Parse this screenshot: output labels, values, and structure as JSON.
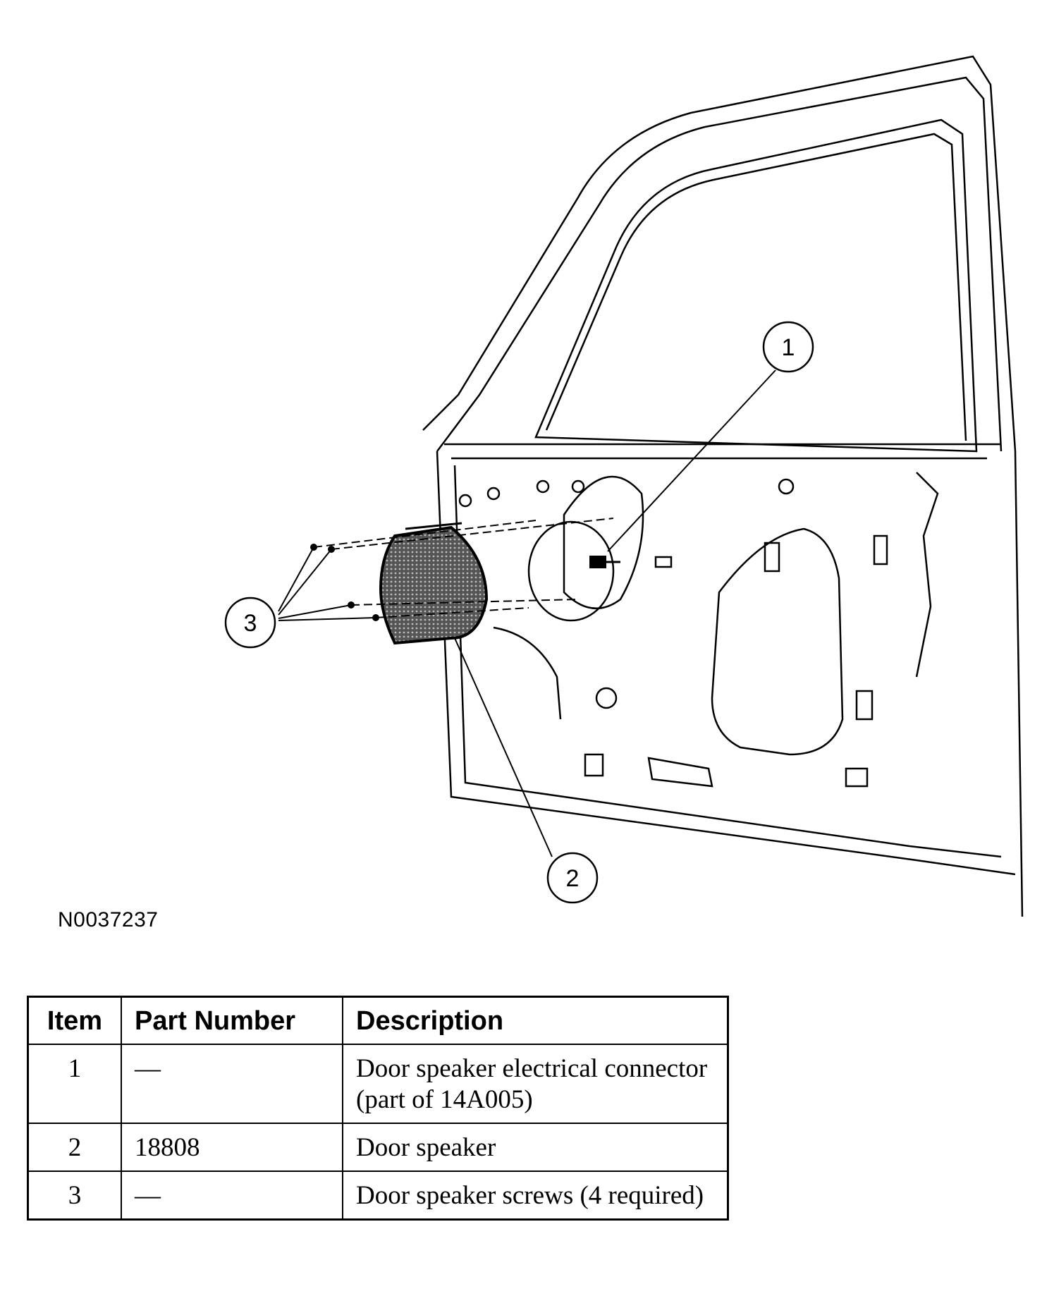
{
  "figure_id": "N0037237",
  "callouts": [
    "1",
    "2",
    "3"
  ],
  "table": {
    "headers": [
      "Item",
      "Part Number",
      "Description"
    ],
    "rows": [
      {
        "item": "1",
        "part_number": "—",
        "description": "Door speaker electrical connector (part of 14A005)"
      },
      {
        "item": "2",
        "part_number": "18808",
        "description": "Door speaker"
      },
      {
        "item": "3",
        "part_number": "—",
        "description": "Door speaker screws (4 required)"
      }
    ]
  }
}
